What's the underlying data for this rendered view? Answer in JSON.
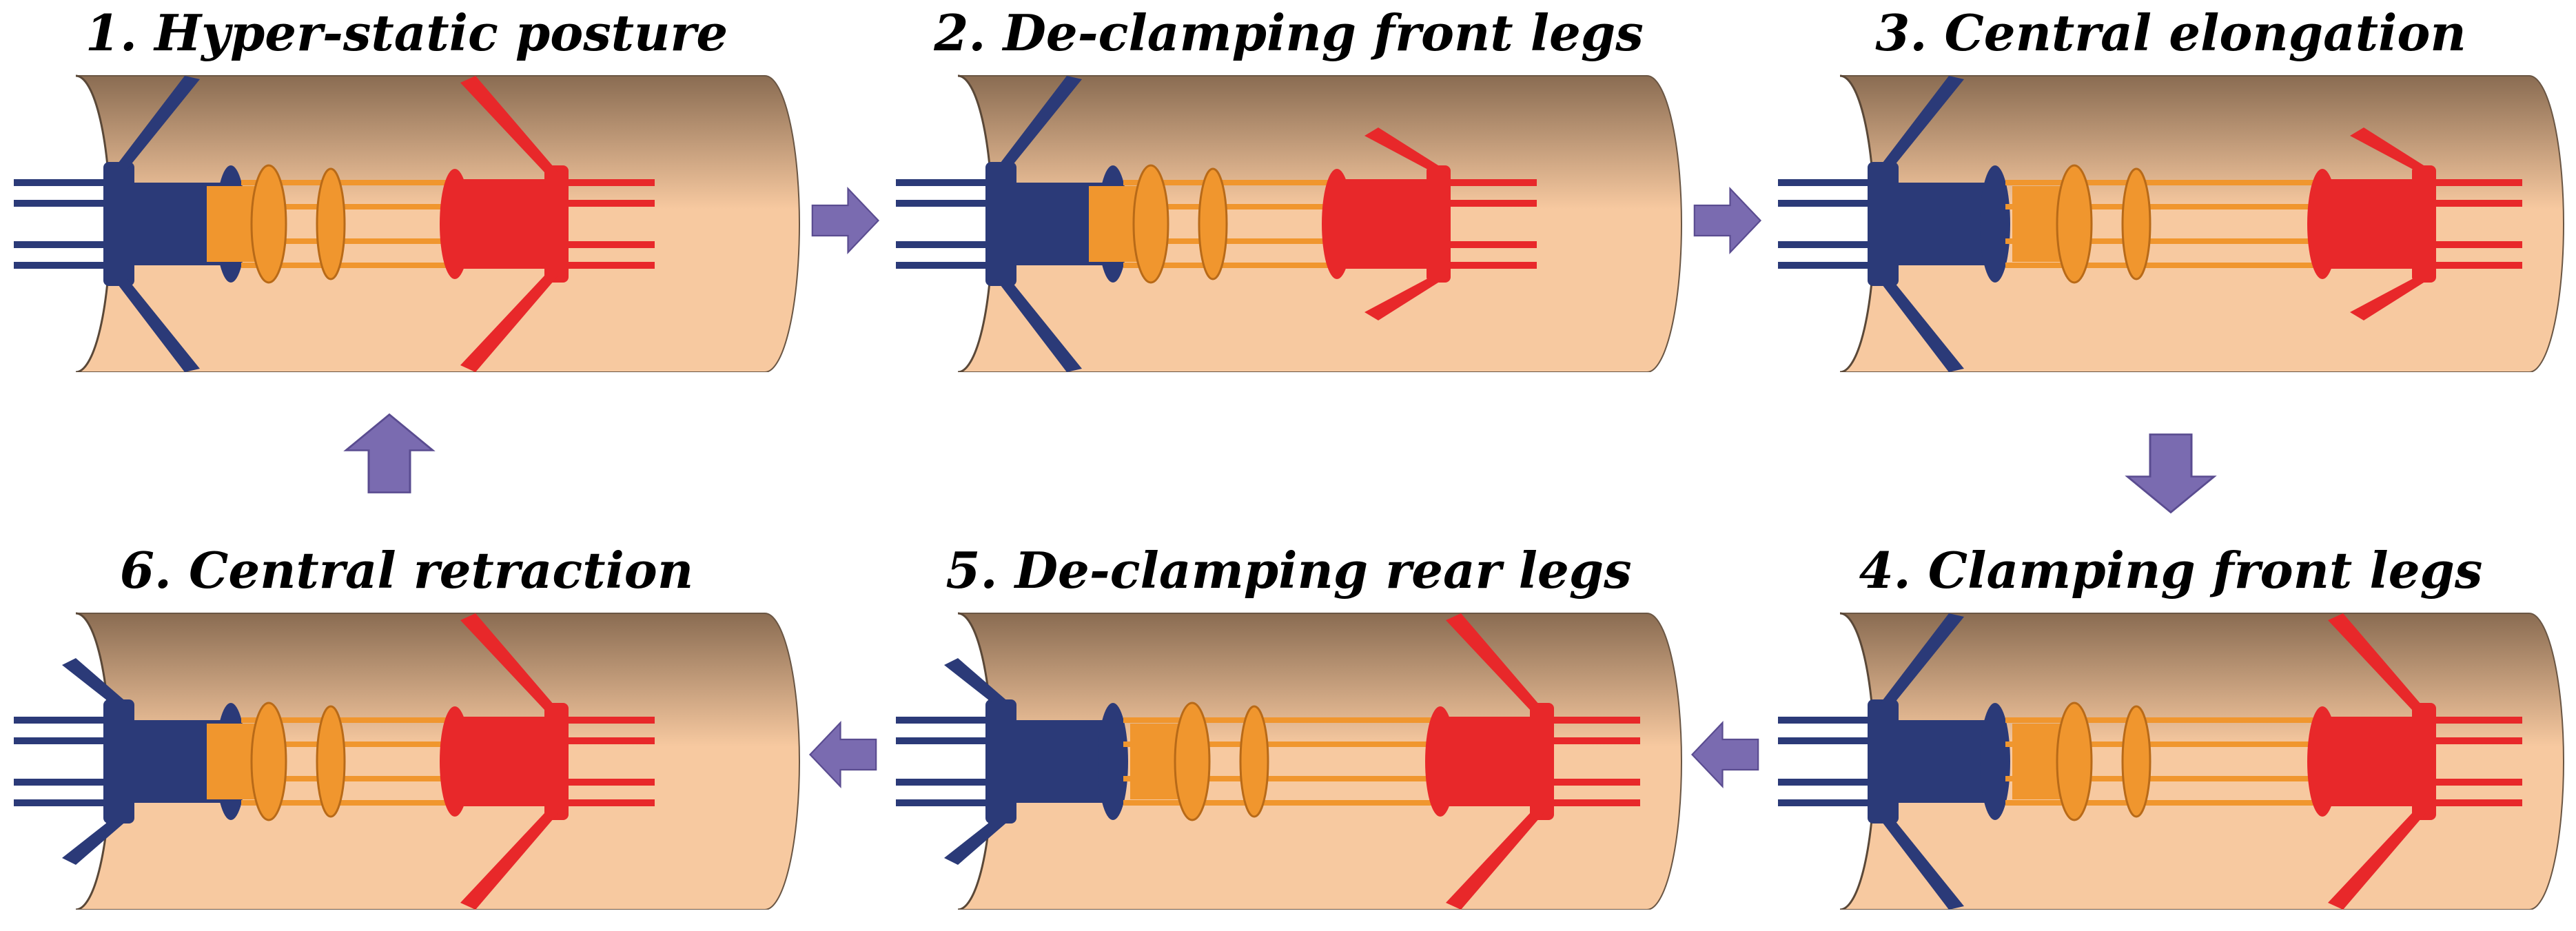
{
  "colors": {
    "pipe_light": "#f7c9a0",
    "pipe_dark": "#8a6c52",
    "rear_module": "#2b3a78",
    "middle_module": "#f0962e",
    "front_module": "#e8282a",
    "arrow": "#7a6bb0"
  },
  "steps": [
    {
      "title": "1. Hyper-static posture",
      "rear_legs": "clamped",
      "front_legs": "clamped",
      "body": "retracted"
    },
    {
      "title": "2. De-clamping front legs",
      "rear_legs": "clamped",
      "front_legs": "folded",
      "body": "retracted"
    },
    {
      "title": "3. Central elongation",
      "rear_legs": "clamped",
      "front_legs": "folded",
      "body": "elongated"
    },
    {
      "title": "4. Clamping front legs",
      "rear_legs": "clamped",
      "front_legs": "clamped",
      "body": "elongated"
    },
    {
      "title": "5. De-clamping rear legs",
      "rear_legs": "folded",
      "front_legs": "clamped",
      "body": "elongated"
    },
    {
      "title": "6. Central retraction",
      "rear_legs": "folded",
      "front_legs": "clamped",
      "body": "retracted"
    }
  ],
  "arrows": [
    {
      "name": "arrow-1-to-2",
      "direction": "right"
    },
    {
      "name": "arrow-2-to-3",
      "direction": "right"
    },
    {
      "name": "arrow-3-to-4",
      "direction": "down"
    },
    {
      "name": "arrow-4-to-5",
      "direction": "left"
    },
    {
      "name": "arrow-5-to-6",
      "direction": "left"
    },
    {
      "name": "arrow-6-to-1",
      "direction": "up"
    }
  ]
}
